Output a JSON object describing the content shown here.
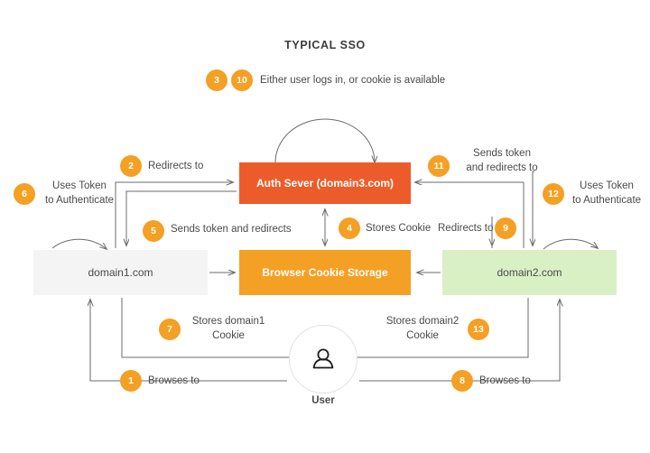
{
  "diagram": {
    "title": "TYPICAL SSO",
    "colors": {
      "auth_server": "#ec5c2b",
      "cookie_storage": "#f4a024",
      "domain1": "#f4f4f4",
      "domain2": "#d9f0c4",
      "badge": "#f4a024",
      "line": "#6b6b6b",
      "text": "#4a4a4a"
    },
    "nodes": {
      "auth_server": "Auth Sever (domain3.com)",
      "cookie_storage": "Browser Cookie Storage",
      "domain1": "domain1.com",
      "domain2": "domain2.com",
      "user": "User",
      "user_icon": "person-icon"
    },
    "steps": [
      {
        "num": "1",
        "label": "Browses to"
      },
      {
        "num": "2",
        "label": "Redirects to"
      },
      {
        "num": "3",
        "label": "Either user logs in, or cookie is available"
      },
      {
        "num": "4",
        "label": "Stores Cookie"
      },
      {
        "num": "5",
        "label": "Sends token and redirects"
      },
      {
        "num": "6",
        "label": "Uses Token\nto Authenticate"
      },
      {
        "num": "7",
        "label": "Stores domain1\nCookie"
      },
      {
        "num": "8",
        "label": "Browses to"
      },
      {
        "num": "9",
        "label": "Redirects to"
      },
      {
        "num": "10",
        "label": "Either user logs in, or cookie is available"
      },
      {
        "num": "11",
        "label": "Sends token\nand redirects to"
      },
      {
        "num": "12",
        "label": "Uses Token\nto Authenticate"
      },
      {
        "num": "13",
        "label": "Stores domain2\nCookie"
      }
    ]
  }
}
